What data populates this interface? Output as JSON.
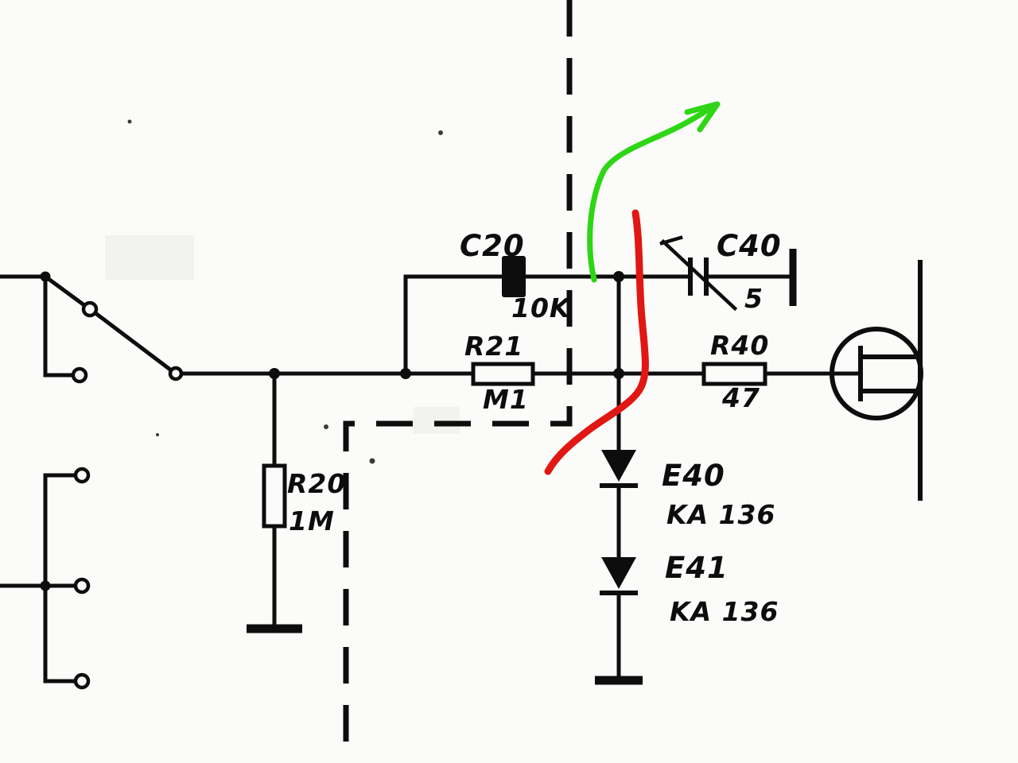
{
  "colors": {
    "ink": "#0d0d0d",
    "paper": "#fbfbf9",
    "annotation_green": "#2ed615",
    "annotation_red": "#e01713"
  },
  "components": {
    "c20": {
      "designator": "C20",
      "value": "10K"
    },
    "c40": {
      "designator": "C40",
      "value": "5"
    },
    "r21": {
      "designator": "R21",
      "value": "M1"
    },
    "r40": {
      "designator": "R40",
      "value": "47"
    },
    "r20": {
      "designator": "R20",
      "value": "1M"
    },
    "e40": {
      "designator": "E40",
      "value": "KA 136"
    },
    "e41": {
      "designator": "E41",
      "value": "KA 136"
    }
  }
}
